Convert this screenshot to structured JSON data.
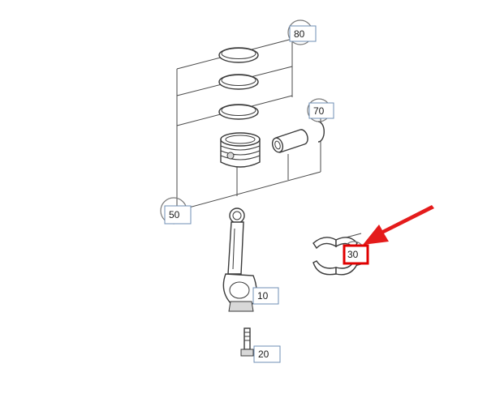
{
  "callouts": {
    "c80": "80",
    "c70": "70",
    "c50": "50",
    "c10": "10",
    "c20": "20",
    "c30": "30"
  },
  "colors": {
    "highlight": "#e00000",
    "arrow": "#e41b1b",
    "callout_border": "#6f8fb5"
  }
}
